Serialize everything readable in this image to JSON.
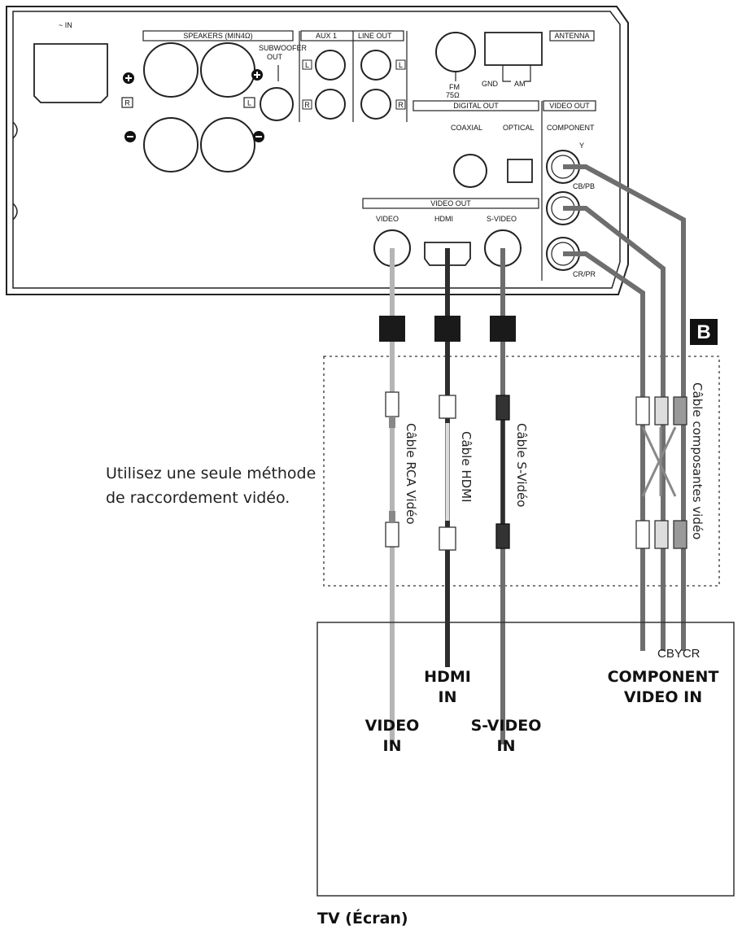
{
  "receiver_panel": {
    "ac_in": "~ IN",
    "speakers": "SPEAKERS (MIN4Ω)",
    "subwoofer_out": "SUBWOOFER\nOUT",
    "aux1": "AUX 1",
    "line_out": "LINE OUT",
    "fm": "FM\n75Ω",
    "gnd": "GND",
    "am": "AM",
    "antenna": "ANTENNA",
    "digital_out": "DIGITAL OUT",
    "coaxial": "COAXIAL",
    "optical": "OPTICAL",
    "video_out_component": "VIDEO OUT",
    "component": "COMPONENT",
    "y": "Y",
    "cb_pb": "CB/PB",
    "cr_pr": "CR/PR",
    "video_out_main": "VIDEO OUT",
    "video": "VIDEO",
    "hdmi": "HDMI",
    "s_video": "S-VIDEO",
    "L": "L",
    "R": "R"
  },
  "badge": "B",
  "note": "Utilisez une seule méthode\nde raccordement vidéo.",
  "cables": {
    "rca": "Câble RCA Vidéo",
    "hdmi": "Câble HDMI",
    "svideo": "Câble S-Vidéo",
    "component": "Câble composantes vidéo"
  },
  "tv": {
    "hdmi_in": "HDMI\nIN",
    "video_in": "VIDEO\nIN",
    "svideo_in": "S-VIDEO\nIN",
    "component_in": "COMPONENT\nVIDEO IN",
    "cb_cr_label": "CBYCR",
    "caption": "TV (Écran)"
  },
  "colors": {
    "cable_light": "#b5b5b5",
    "cable_dark": "#2e2e2e",
    "cable_mid": "#6e6e6e",
    "line": "#222222"
  }
}
